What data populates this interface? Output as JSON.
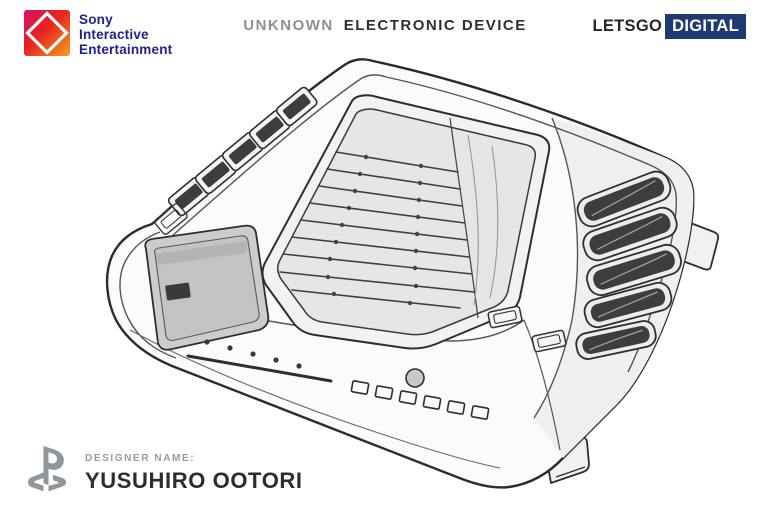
{
  "page": {
    "background_color": "#ffffff"
  },
  "header": {
    "sie_logo": {
      "lines": [
        "Sony",
        "Interactive",
        "Entertainment"
      ],
      "text_color": "#20208f",
      "gradient": [
        "#d41367",
        "#e72420",
        "#f9a11b"
      ]
    },
    "title": {
      "prefix": "UNKNOWN",
      "main": "ELECTRONIC DEVICE"
    },
    "letsgo": {
      "name": "LETSGO",
      "badge": "DIGITAL",
      "badge_bg": "#1f3a70",
      "text_color": "#262626"
    }
  },
  "illustration": {
    "alt": "Perspective patent-style line rendering of a V-shaped game console development kit with a louvered V-groove on top, stacked side cooling vents, front disc slot, indicator dots and a row of small buttons",
    "line_color": "#2e2e2e"
  },
  "footer": {
    "designer_label": "DESIGNER NAME:",
    "designer_name": "YUSUHIRO OOTORI",
    "logo_color": "#8f969c"
  }
}
